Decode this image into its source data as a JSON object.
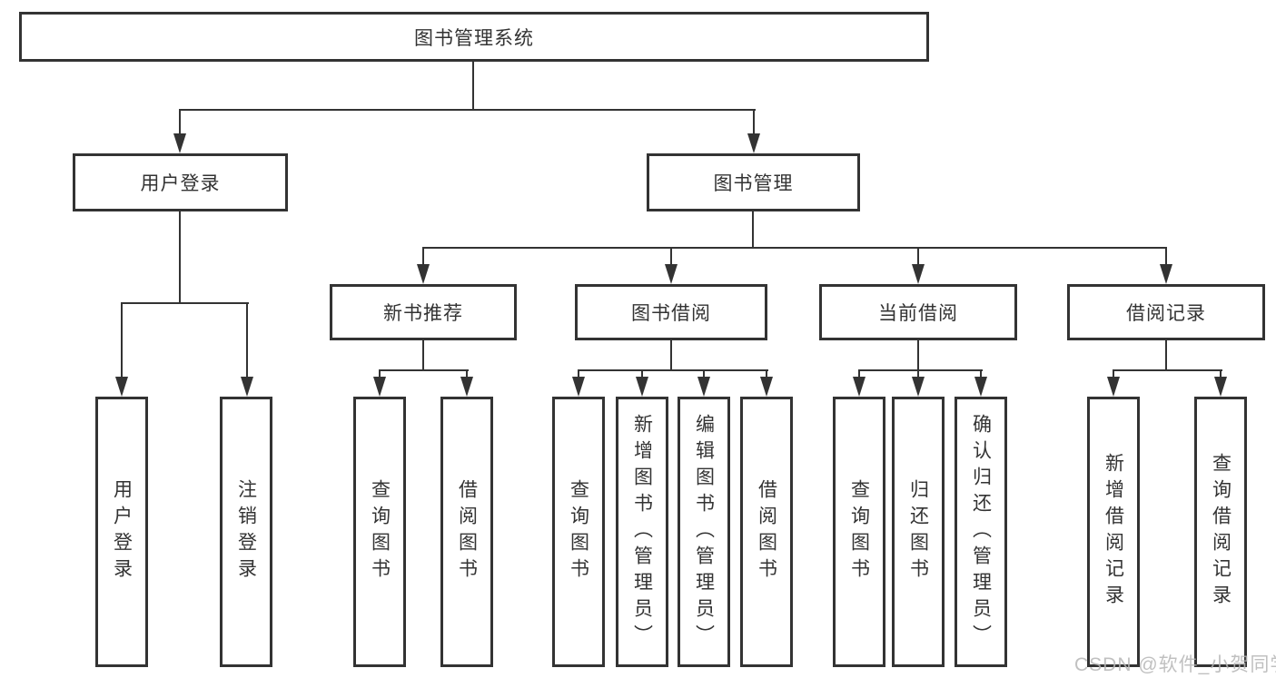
{
  "diagram": {
    "title": "图书管理系统",
    "level2": {
      "user_login": "用户登录",
      "book_management": "图书管理"
    },
    "level3": {
      "new_book_recommend": "新书推荐",
      "book_borrow": "图书借阅",
      "current_borrow": "当前借阅",
      "borrow_record": "借阅记录"
    },
    "leaves": {
      "user_login_children": [
        "用户登录",
        "注销登录"
      ],
      "new_book_children": [
        "查询图书",
        "借阅图书"
      ],
      "book_borrow_children": [
        "查询图书",
        "新增图书（管理员）",
        "编辑图书（管理员）",
        "借阅图书"
      ],
      "current_borrow_children": [
        "查询图书",
        "归还图书",
        "确认归还（管理员）"
      ],
      "borrow_record_children": [
        "新增借阅记录",
        "查询借阅记录"
      ]
    }
  },
  "watermark": "CSDN @软件_小贺同学",
  "colors": {
    "line": "#333333",
    "box_background": "#ffffff",
    "watermark": "#b6b6b6"
  }
}
